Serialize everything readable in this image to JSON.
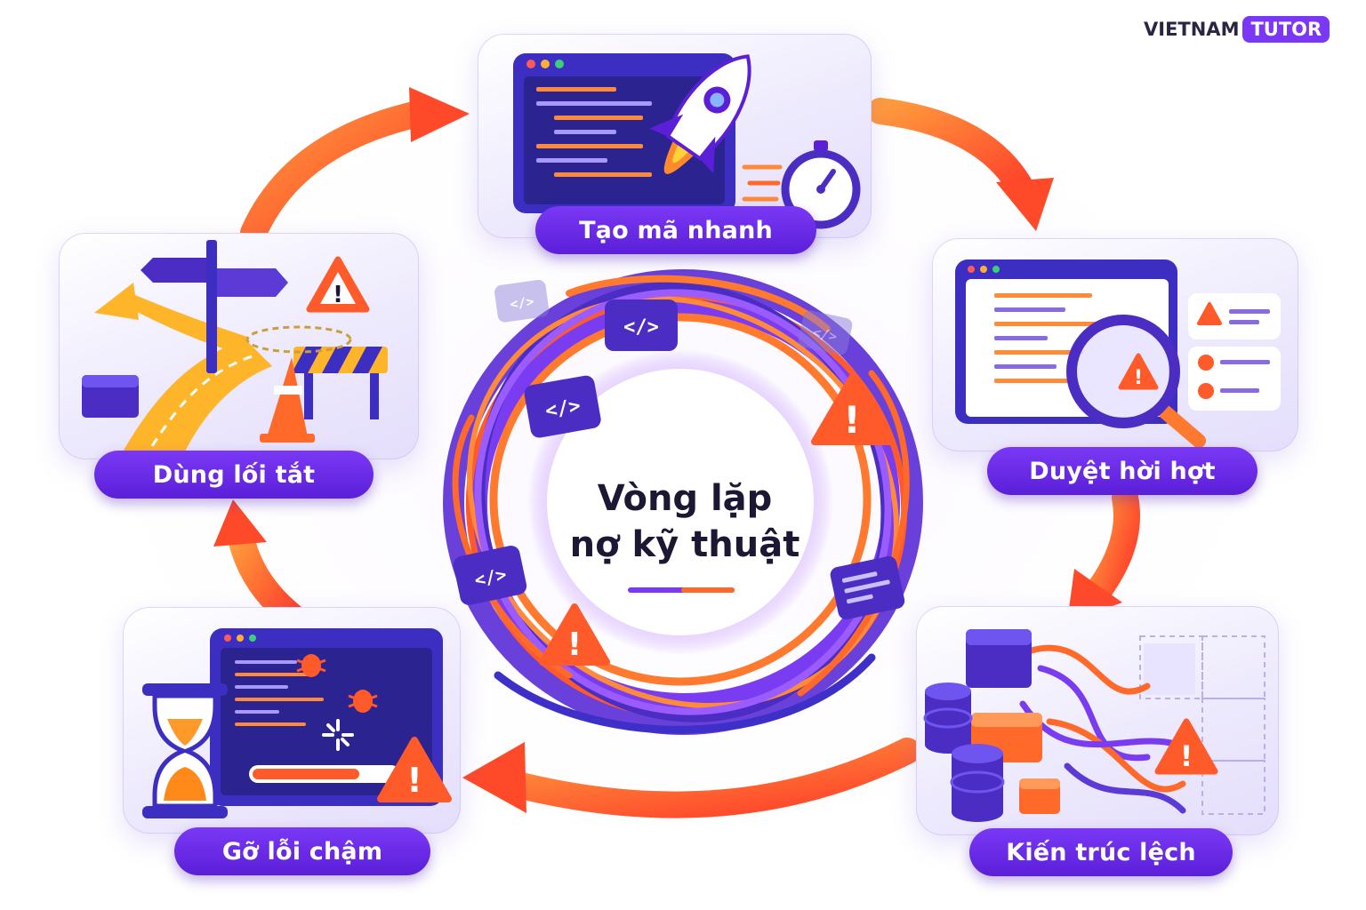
{
  "brand": {
    "name_part1": "VIETNAM",
    "name_part2": "TUTOR"
  },
  "center": {
    "title_line1": "Vòng lặp",
    "title_line2": "nợ kỹ thuật"
  },
  "steps": [
    {
      "label": "Tạo mã nhanh"
    },
    {
      "label": "Duyệt hời hợt"
    },
    {
      "label": "Kiến trúc lệch"
    },
    {
      "label": "Gỡ lỗi chậm"
    },
    {
      "label": "Dùng lối tắt"
    }
  ],
  "icons": {
    "code_tag": "</>",
    "warning": "!"
  },
  "colors": {
    "purple": "#6a2ae8",
    "orange": "#ff6a2a",
    "dark_text": "#1c1733"
  }
}
